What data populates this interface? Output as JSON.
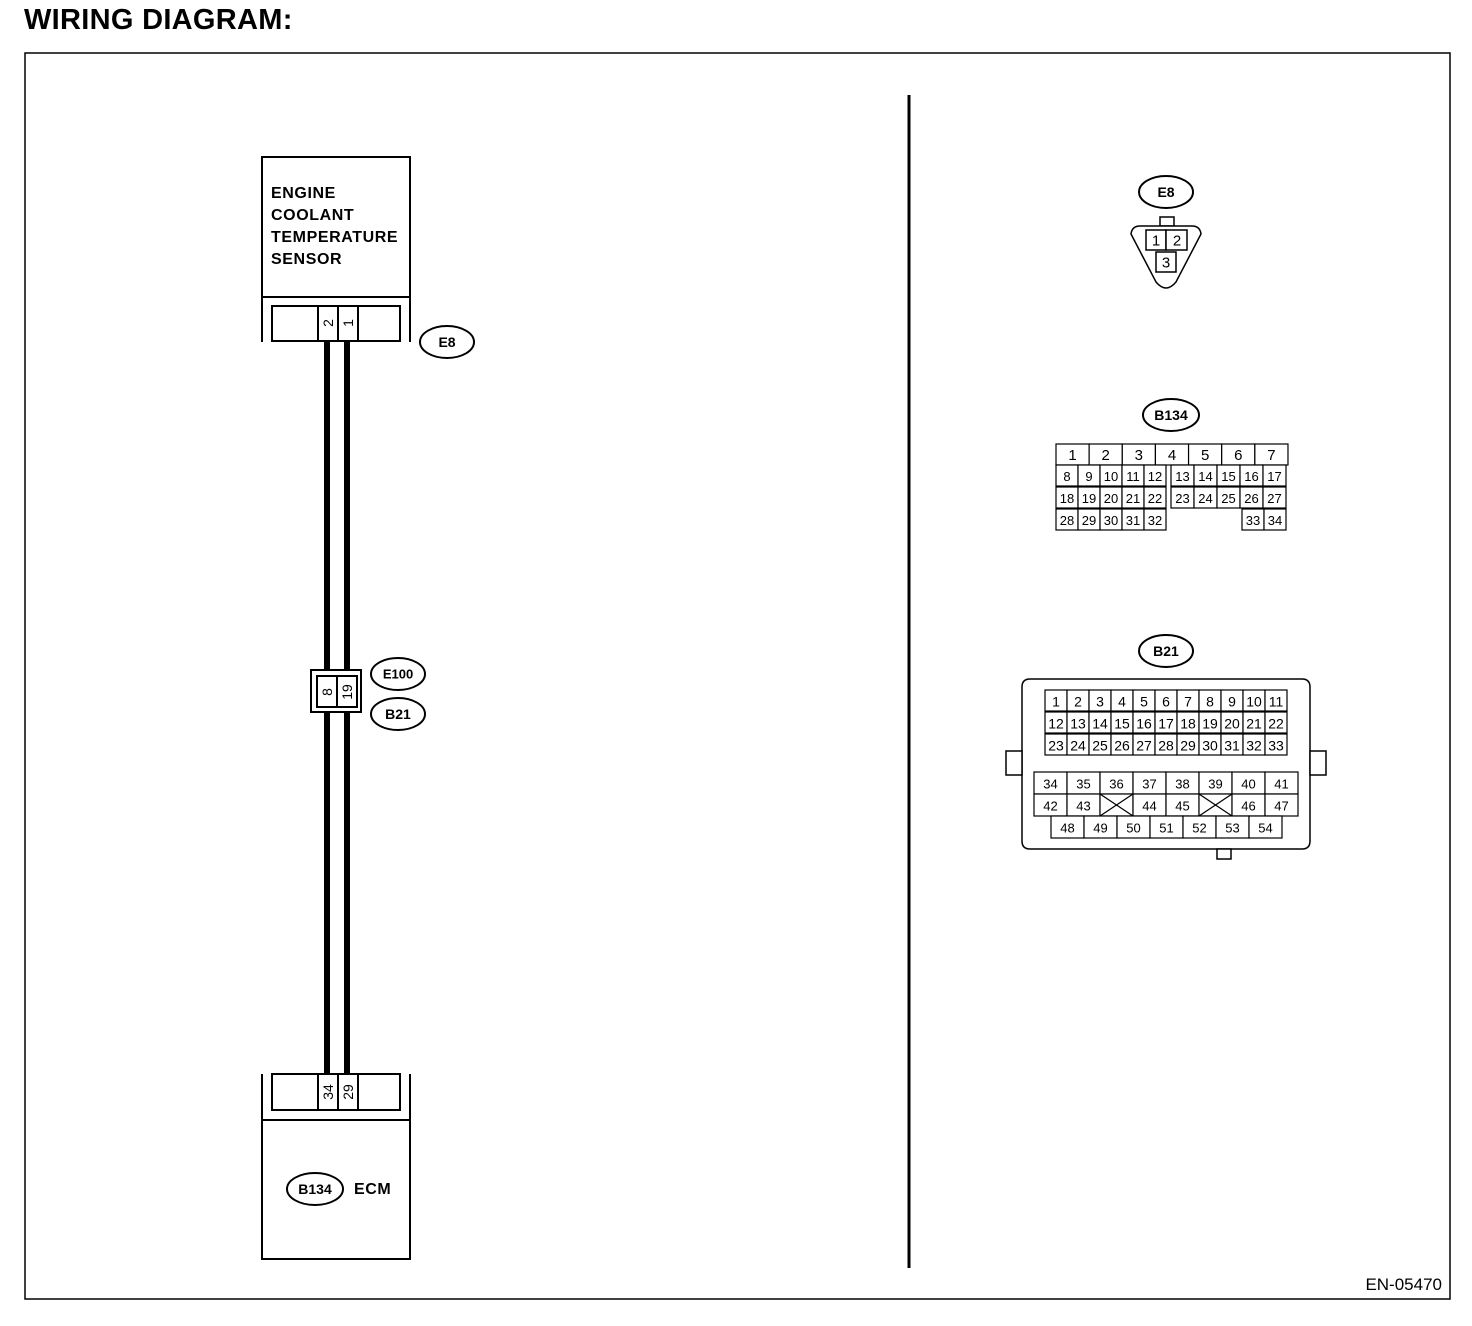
{
  "title": "WIRING DIAGRAM:",
  "figure_code": "EN-05470",
  "sensor": {
    "name_lines": [
      "ENGINE",
      "COOLANT",
      "TEMPERATURE",
      "SENSOR"
    ],
    "connector_id": "E8",
    "pins": [
      "2",
      "1"
    ]
  },
  "joint_connector": {
    "ids": [
      "E100",
      "B21"
    ],
    "pins": [
      "8",
      "19"
    ]
  },
  "ecm": {
    "label": "ECM",
    "connector_id": "B134",
    "pins": [
      "34",
      "29"
    ]
  },
  "connector_views": {
    "e8": {
      "id": "E8",
      "pins": [
        "1",
        "2",
        "3"
      ]
    },
    "b134": {
      "id": "B134",
      "row1": [
        "1",
        "2",
        "3",
        "4",
        "5",
        "6",
        "7"
      ],
      "row2": [
        "8",
        "9",
        "10",
        "11",
        "12",
        "13",
        "14",
        "15",
        "16",
        "17"
      ],
      "row3": [
        "18",
        "19",
        "20",
        "21",
        "22",
        "23",
        "24",
        "25",
        "26",
        "27"
      ],
      "row4": [
        "28",
        "29",
        "30",
        "31",
        "32",
        "33",
        "34"
      ]
    },
    "b21": {
      "id": "B21",
      "row1": [
        "1",
        "2",
        "3",
        "4",
        "5",
        "6",
        "7",
        "8",
        "9",
        "10",
        "11"
      ],
      "row2": [
        "12",
        "13",
        "14",
        "15",
        "16",
        "17",
        "18",
        "19",
        "20",
        "21",
        "22"
      ],
      "row3": [
        "23",
        "24",
        "25",
        "26",
        "27",
        "28",
        "29",
        "30",
        "31",
        "32",
        "33"
      ],
      "row4": [
        "34",
        "35",
        "36",
        "37",
        "38",
        "39",
        "40",
        "41"
      ],
      "row5": [
        "42",
        "43",
        "",
        "44",
        "45",
        "",
        "46",
        "47"
      ],
      "row6": [
        "48",
        "49",
        "50",
        "51",
        "52",
        "53",
        "54"
      ]
    }
  }
}
